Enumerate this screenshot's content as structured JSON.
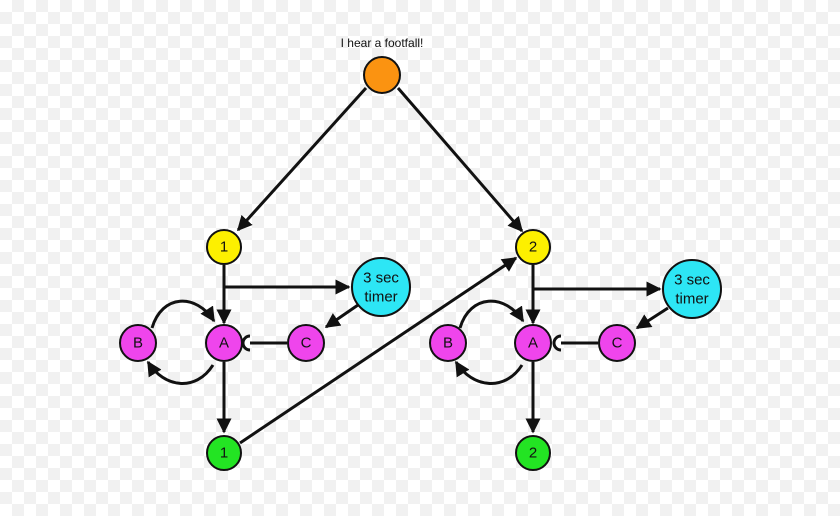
{
  "title": "I hear a footfall!",
  "colors": {
    "start": "#fb9311",
    "trigger": "#fdf000",
    "timer": "#2de6f5",
    "core": "#ef45ec",
    "output": "#23e423",
    "stroke": "#111111"
  },
  "nodes": {
    "start": {
      "label": ""
    },
    "left": {
      "trigger": {
        "label": "1"
      },
      "timer": {
        "line1": "3  sec",
        "line2": "timer"
      },
      "a": {
        "label": "A"
      },
      "b": {
        "label": "B"
      },
      "c": {
        "label": "C"
      },
      "out": {
        "label": "1"
      }
    },
    "right": {
      "trigger": {
        "label": "2"
      },
      "timer": {
        "line1": "3  sec",
        "line2": "timer"
      },
      "a": {
        "label": "A"
      },
      "b": {
        "label": "B"
      },
      "c": {
        "label": "C"
      },
      "out": {
        "label": "2"
      }
    }
  }
}
